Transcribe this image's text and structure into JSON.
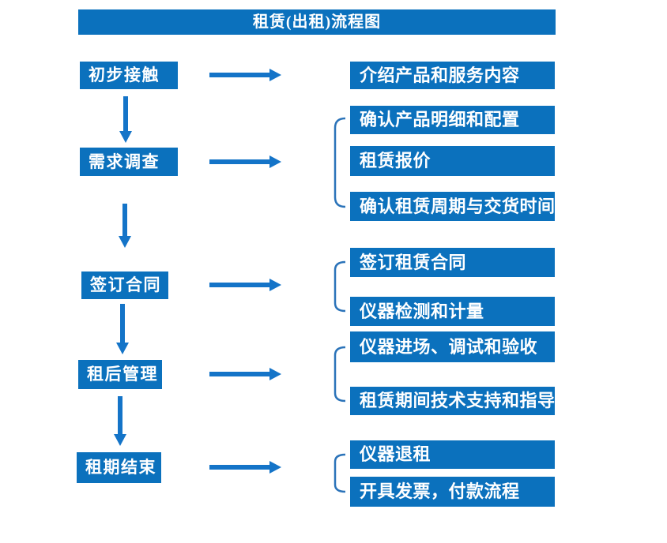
{
  "title": "租赁(出租)流程图",
  "colors": {
    "box_blue": "#0b71bd",
    "arrow_blue": "#1474c8",
    "bracket_blue": "#2b73b9",
    "text_white": "#ffffff",
    "background": "#ffffff"
  },
  "steps": [
    {
      "label": "初步接触",
      "outputs": [
        "介绍产品和服务内容"
      ]
    },
    {
      "label": "需求调查",
      "outputs": [
        "确认产品明细和配置",
        "租赁报价",
        "确认租赁周期与交货时间"
      ]
    },
    {
      "label": "签订合同",
      "outputs": [
        "签订租赁合同",
        "仪器检测和计量"
      ]
    },
    {
      "label": "租后管理",
      "outputs": [
        "仪器进场、调试和验收",
        "租赁期间技术支持和指导"
      ]
    },
    {
      "label": "租期结束",
      "outputs": [
        "仪器退租",
        "开具发票，付款流程"
      ]
    }
  ]
}
